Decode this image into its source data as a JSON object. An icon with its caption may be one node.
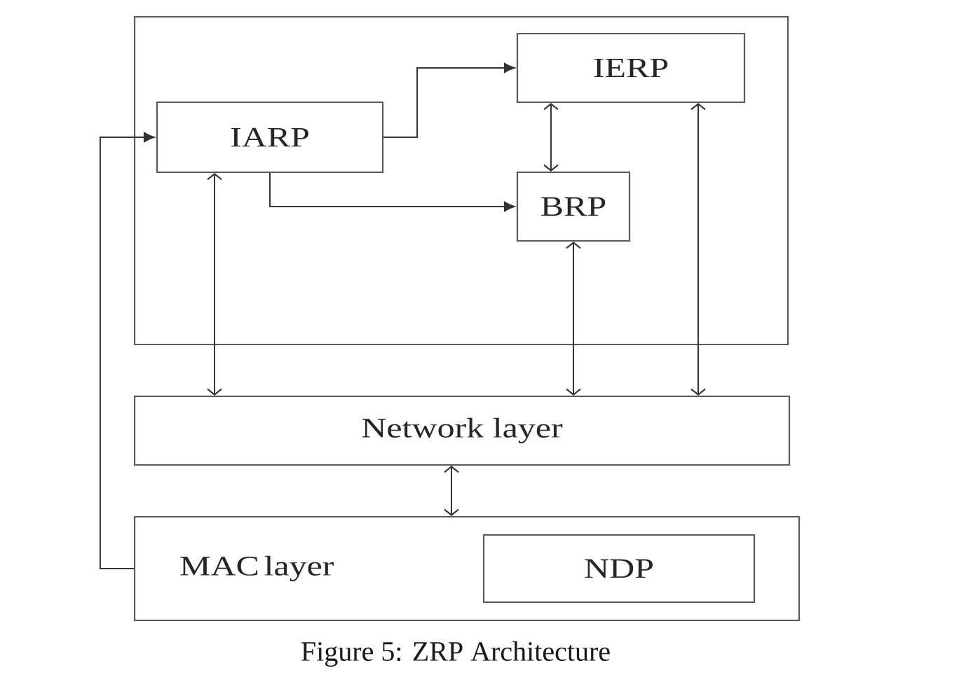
{
  "diagram": {
    "caption": "Figure 5: ZRP Architecture",
    "nodes": [
      {
        "text": [],
        "shape": "box"
      },
      {
        "text": [
          "IERP"
        ],
        "in": 0
      },
      {
        "text": [
          "IARP"
        ],
        "in": 0
      },
      {
        "text": [
          "BRP"
        ],
        "in": 0
      },
      {
        "text": [
          "Network layer"
        ]
      },
      {
        "text": [
          "MAC layer"
        ]
      },
      {
        "text": [
          "NDP"
        ],
        "in": 5
      }
    ],
    "edges": [
      {
        "from": 2,
        "to": 1,
        "arrow": "to"
      },
      {
        "from": 2,
        "to": 3,
        "arrow": "to"
      },
      {
        "from": 1,
        "to": 3,
        "arrow": "both"
      },
      {
        "from": 2,
        "to": 4,
        "arrow": "both"
      },
      {
        "from": 3,
        "to": 4,
        "arrow": "both"
      },
      {
        "from": 1,
        "to": 4,
        "arrow": "both"
      },
      {
        "from": 4,
        "to": 5,
        "arrow": "both"
      },
      {
        "from": 5,
        "to": 2,
        "arrow": "to"
      }
    ]
  }
}
